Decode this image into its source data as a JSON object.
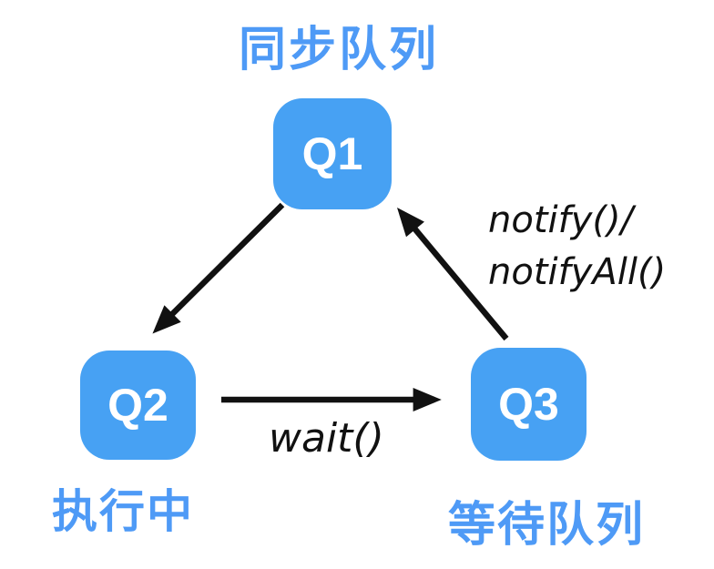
{
  "diagram": {
    "title": "同步队列",
    "nodes": [
      {
        "id": "Q1",
        "label": "Q1",
        "caption": ""
      },
      {
        "id": "Q2",
        "label": "Q2",
        "caption": "执行中"
      },
      {
        "id": "Q3",
        "label": "Q3",
        "caption": "等待队列"
      }
    ],
    "edges": [
      {
        "from": "Q1",
        "to": "Q2",
        "label": ""
      },
      {
        "from": "Q2",
        "to": "Q3",
        "label": "wait()"
      },
      {
        "from": "Q3",
        "to": "Q1",
        "label_line1": "notify()/",
        "label_line2": "notifyAll()"
      }
    ],
    "colors": {
      "node_fill": "#47A1F3",
      "label_blue": "#4E9AF6",
      "arrow_black": "#111111"
    }
  }
}
